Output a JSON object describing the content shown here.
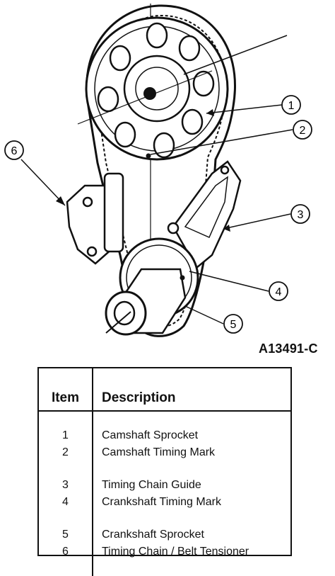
{
  "figure_id": "A13491-C",
  "callouts": [
    "1",
    "2",
    "3",
    "4",
    "5",
    "6"
  ],
  "legend": {
    "header_item": "Item",
    "header_description": "Description",
    "rows": [
      {
        "item": "1",
        "description": "Camshaft Sprocket"
      },
      {
        "item": "2",
        "description": "Camshaft Timing Mark"
      },
      {
        "item": "3",
        "description": "Timing Chain Guide"
      },
      {
        "item": "4",
        "description": "Crankshaft Timing Mark"
      },
      {
        "item": "5",
        "description": "Crankshaft Sprocket"
      },
      {
        "item": "6",
        "description": "Timing Chain / Belt Tensioner"
      }
    ]
  }
}
